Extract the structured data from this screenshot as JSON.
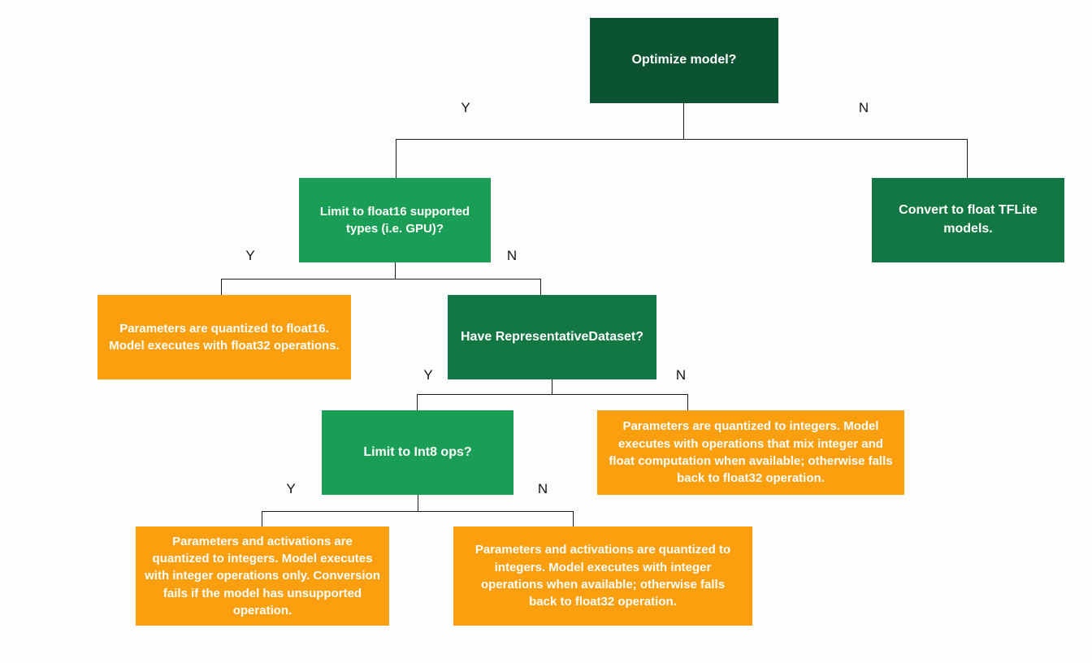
{
  "colors": {
    "dark_green": "#0B5331",
    "mid_green": "#127742",
    "light_green": "#1A9E55",
    "orange": "#FB9F0E",
    "line": "#1b1b1b",
    "text_light": "#ffffff",
    "text_dark": "#141414"
  },
  "nodes": {
    "root": {
      "label": "Optimize model?"
    },
    "limit_float16": {
      "label": "Limit to float16 supported types (i.e. GPU)?"
    },
    "convert_float": {
      "label": "Convert to float TFLite models."
    },
    "float16_result": {
      "label": "Parameters are quantized to float16. Model executes with float32 operations."
    },
    "have_dataset": {
      "label": "Have RepresentativeDataset?"
    },
    "limit_int8": {
      "label": "Limit to Int8 ops?"
    },
    "mixed_result": {
      "label": "Parameters are quantized to integers. Model executes with operations that mix integer and float computation when available; otherwise falls back to float32 operation."
    },
    "int8_only_result": {
      "label": "Parameters and activations are quantized to integers. Model executes with integer operations only. Conversion fails if the model has unsupported operation."
    },
    "int8_fallback_result": {
      "label": "Parameters and activations are quantized to integers. Model executes with integer operations when available; otherwise falls back to float32 operation."
    }
  },
  "edges": {
    "root_y": "Y",
    "root_n": "N",
    "float16_y": "Y",
    "float16_n": "N",
    "dataset_y": "Y",
    "dataset_n": "N",
    "int8_y": "Y",
    "int8_n": "N"
  }
}
